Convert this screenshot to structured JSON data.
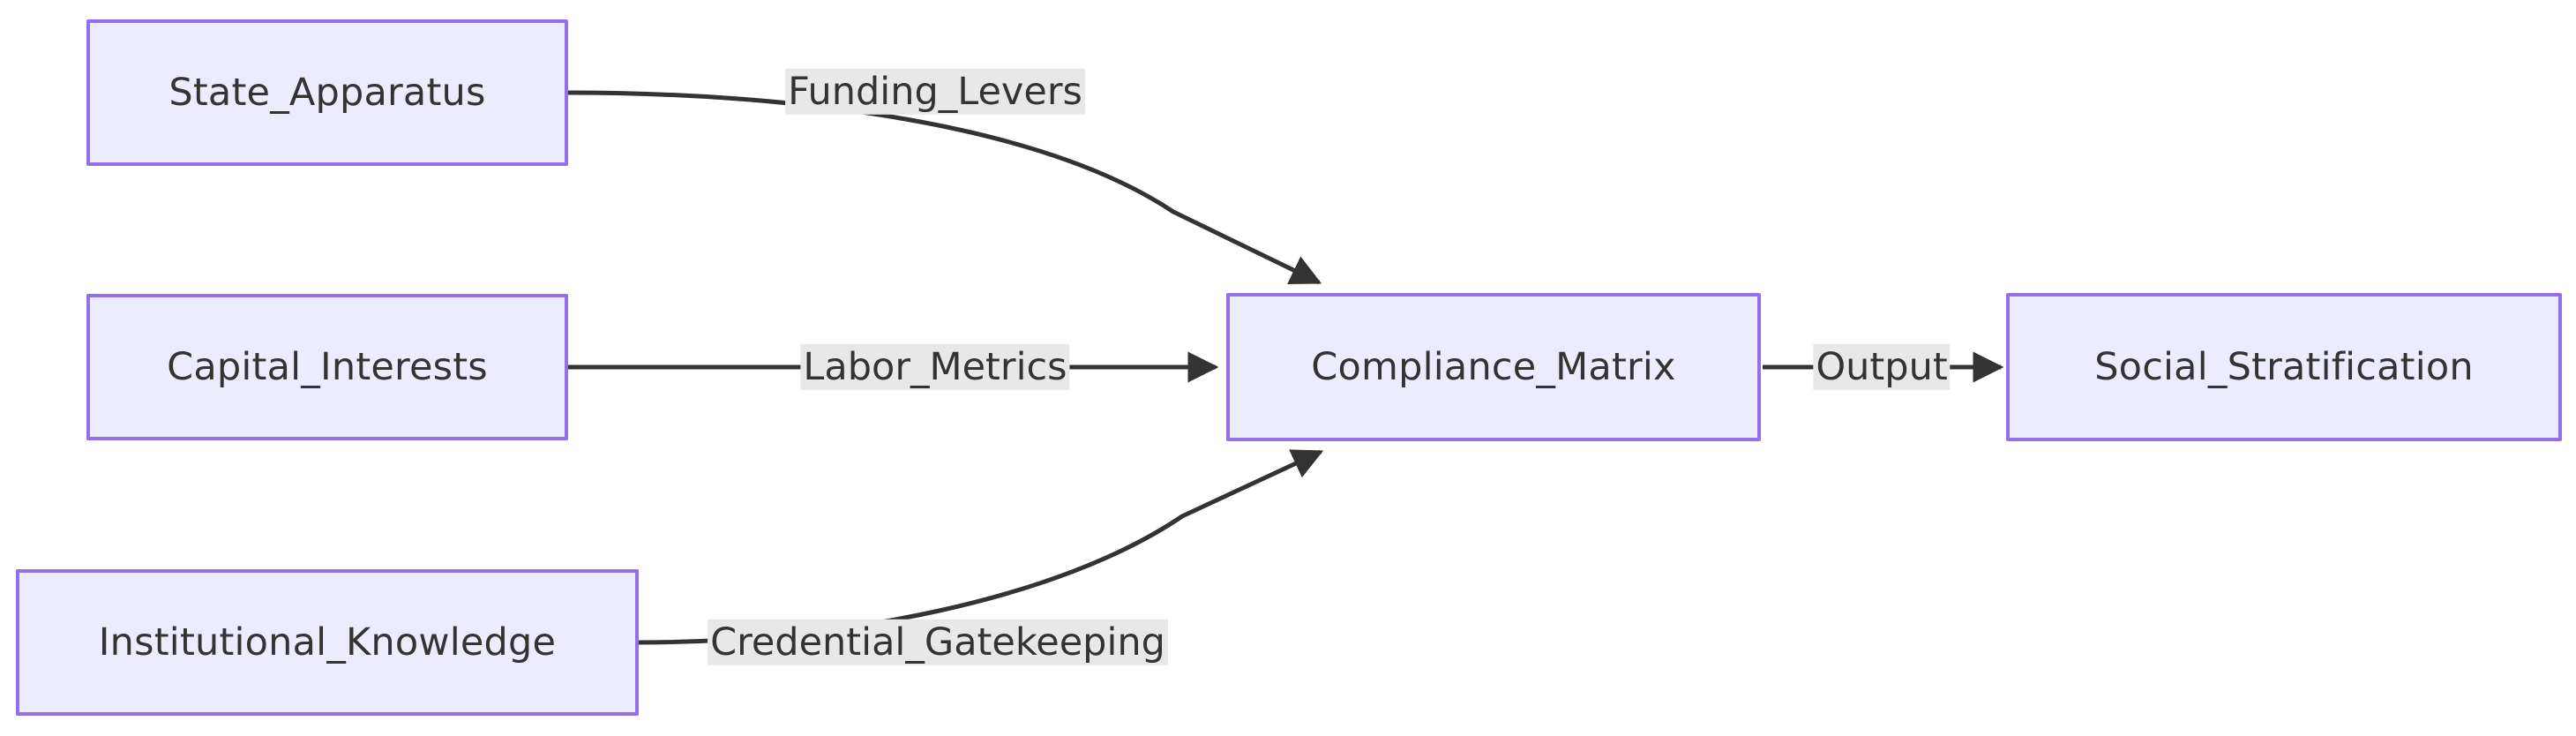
{
  "diagram": {
    "type": "flowchart",
    "direction": "left-to-right",
    "background_color": "#ffffff",
    "node_fill_color": "#ececfe",
    "node_border_color": "#9370ea",
    "edge_color": "#333333",
    "edge_label_background": "#e8e8e8",
    "text_color": "#333333",
    "nodes": [
      {
        "id": "state_apparatus",
        "label": "State_Apparatus"
      },
      {
        "id": "capital_interests",
        "label": "Capital_Interests"
      },
      {
        "id": "institutional_knowledge",
        "label": "Institutional_Knowledge"
      },
      {
        "id": "compliance_matrix",
        "label": "Compliance_Matrix"
      },
      {
        "id": "social_stratification",
        "label": "Social_Stratification"
      }
    ],
    "edges": [
      {
        "from": "state_apparatus",
        "to": "compliance_matrix",
        "label": "Funding_Levers"
      },
      {
        "from": "capital_interests",
        "to": "compliance_matrix",
        "label": "Labor_Metrics"
      },
      {
        "from": "institutional_knowledge",
        "to": "compliance_matrix",
        "label": "Credential_Gatekeeping"
      },
      {
        "from": "compliance_matrix",
        "to": "social_stratification",
        "label": "Output"
      }
    ]
  }
}
